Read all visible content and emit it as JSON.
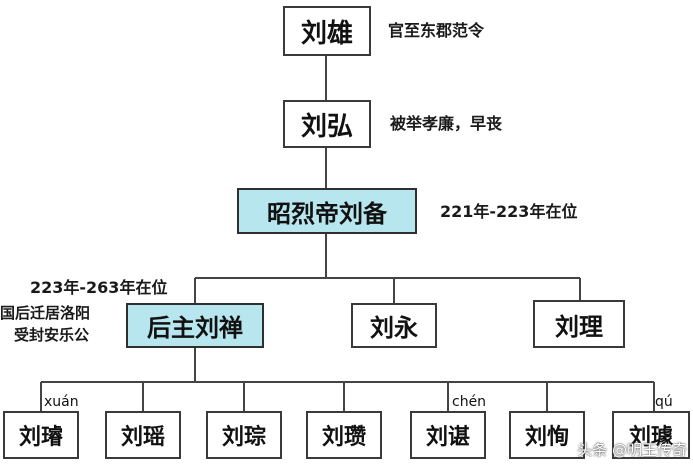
{
  "diagram": {
    "gen1": {
      "name": "刘雄",
      "note": "官至东郡范令"
    },
    "gen2": {
      "name": "刘弘",
      "note": "被举孝廉，早丧"
    },
    "gen3": {
      "name": "昭烈帝刘备",
      "note": "221年-223年在位"
    },
    "gen4": {
      "heir": {
        "name": "后主刘禅",
        "reign": "223年-263年在位",
        "note_line1": "国后迁居洛阳",
        "note_line2": "受封安乐公"
      },
      "brother1": {
        "name": "刘永"
      },
      "brother2": {
        "name": "刘理"
      }
    },
    "gen5": [
      {
        "name": "刘璿",
        "pinyin": "xuán"
      },
      {
        "name": "刘瑶"
      },
      {
        "name": "刘琮"
      },
      {
        "name": "刘瓒"
      },
      {
        "name": "刘谌",
        "pinyin": "chén"
      },
      {
        "name": "刘恂"
      },
      {
        "name": "刘璩",
        "pinyin": "qú"
      }
    ]
  },
  "watermark": "头条 @明王传奇",
  "colors": {
    "line": "#444444",
    "highlight": "#b8e6ee",
    "border": "#3a3a3a"
  }
}
